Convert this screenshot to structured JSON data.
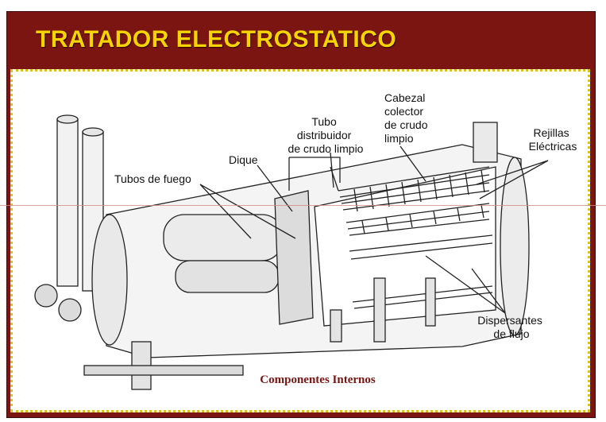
{
  "title": "TRATADOR ELECTROSTATICO",
  "labels": {
    "tubos_de_fuego": "Tubos de fuego",
    "dique": "Dique",
    "tubo_distribuidor": [
      "Tubo",
      "distribuidor",
      "de crudo limpio"
    ],
    "cabezal_colector": [
      "Cabezal",
      "colector",
      "de crudo",
      "limpio"
    ],
    "rejillas_electricas": [
      "Rejillas",
      "Eléctricas"
    ],
    "dispersantes_de_flujo": [
      "Dispersantes",
      "de flujo"
    ]
  },
  "caption": "Componentes Internos"
}
